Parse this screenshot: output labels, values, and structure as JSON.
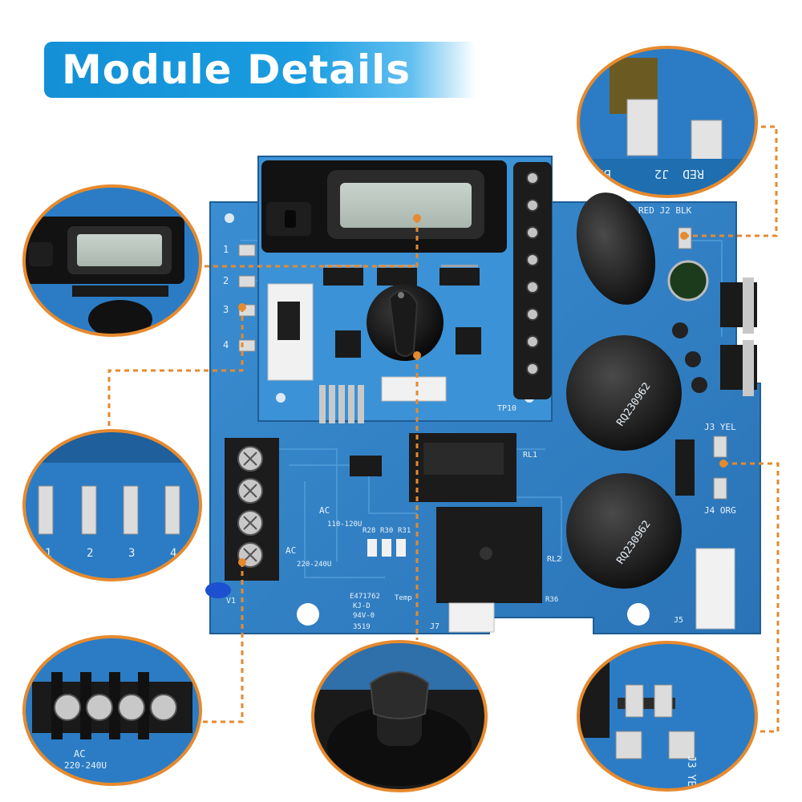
{
  "banner": {
    "title": "Module Details"
  },
  "colors": {
    "banner_blue": "#1492d8",
    "pcb_blue": "#2f7fc4",
    "accent_orange": "#e68a2e"
  },
  "board": {
    "terminal_numbers": [
      "1",
      "2",
      "3",
      "4"
    ],
    "connector_labels": {
      "j2": "RED J2 BLK",
      "j3": "J3 YEL",
      "j4": "J4 ORG",
      "j5": "J5",
      "j7": "J7"
    },
    "ac_labels": {
      "ac_high": "AC",
      "ac_high_range": "220-240U",
      "ac_low": "AC",
      "ac_low_range": "110-120U"
    },
    "relay_labels": {
      "rl1": "RL1",
      "rl2": "RL2"
    },
    "capacitor_marking": "RQ230962",
    "cert_text": [
      "E471762",
      "KJ-D",
      "94V-0",
      "3519"
    ],
    "resistor_labels": [
      "R28",
      "R30",
      "R31"
    ],
    "misc_labels": {
      "temp": "Temp",
      "r36": "R36",
      "v1": "V1",
      "tp10": "TP10"
    }
  },
  "zooms": {
    "top_right": {
      "labels": [
        "BLK",
        "J2",
        "RED"
      ]
    },
    "lower_left": {
      "labels": [
        "1",
        "2",
        "3",
        "4"
      ]
    },
    "bottom_left": {
      "ac": "AC",
      "range": "220-240U"
    },
    "bottom_right": {
      "labels": [
        "J4 ORG",
        "J3 YEL"
      ]
    }
  }
}
